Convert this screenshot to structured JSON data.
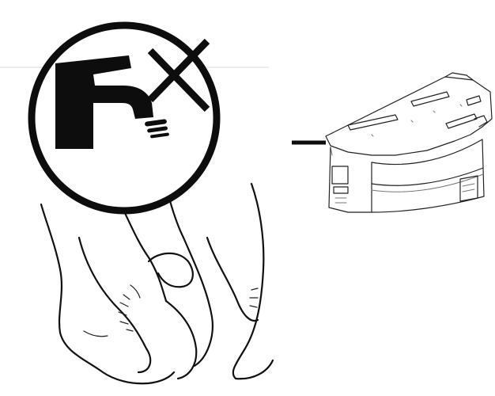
{
  "figure": {
    "panels": [
      {
        "name": "no-water-warning",
        "icon": "faucet-prohibited-icon"
      },
      {
        "name": "hand-pressing-tab",
        "icon": "hands-icon"
      },
      {
        "name": "robot-base-unit",
        "icon": "robot-vacuum-base-icon"
      }
    ],
    "colors": {
      "ink": "#111111",
      "background": "#ffffff",
      "soft_ink": "#777777"
    }
  }
}
